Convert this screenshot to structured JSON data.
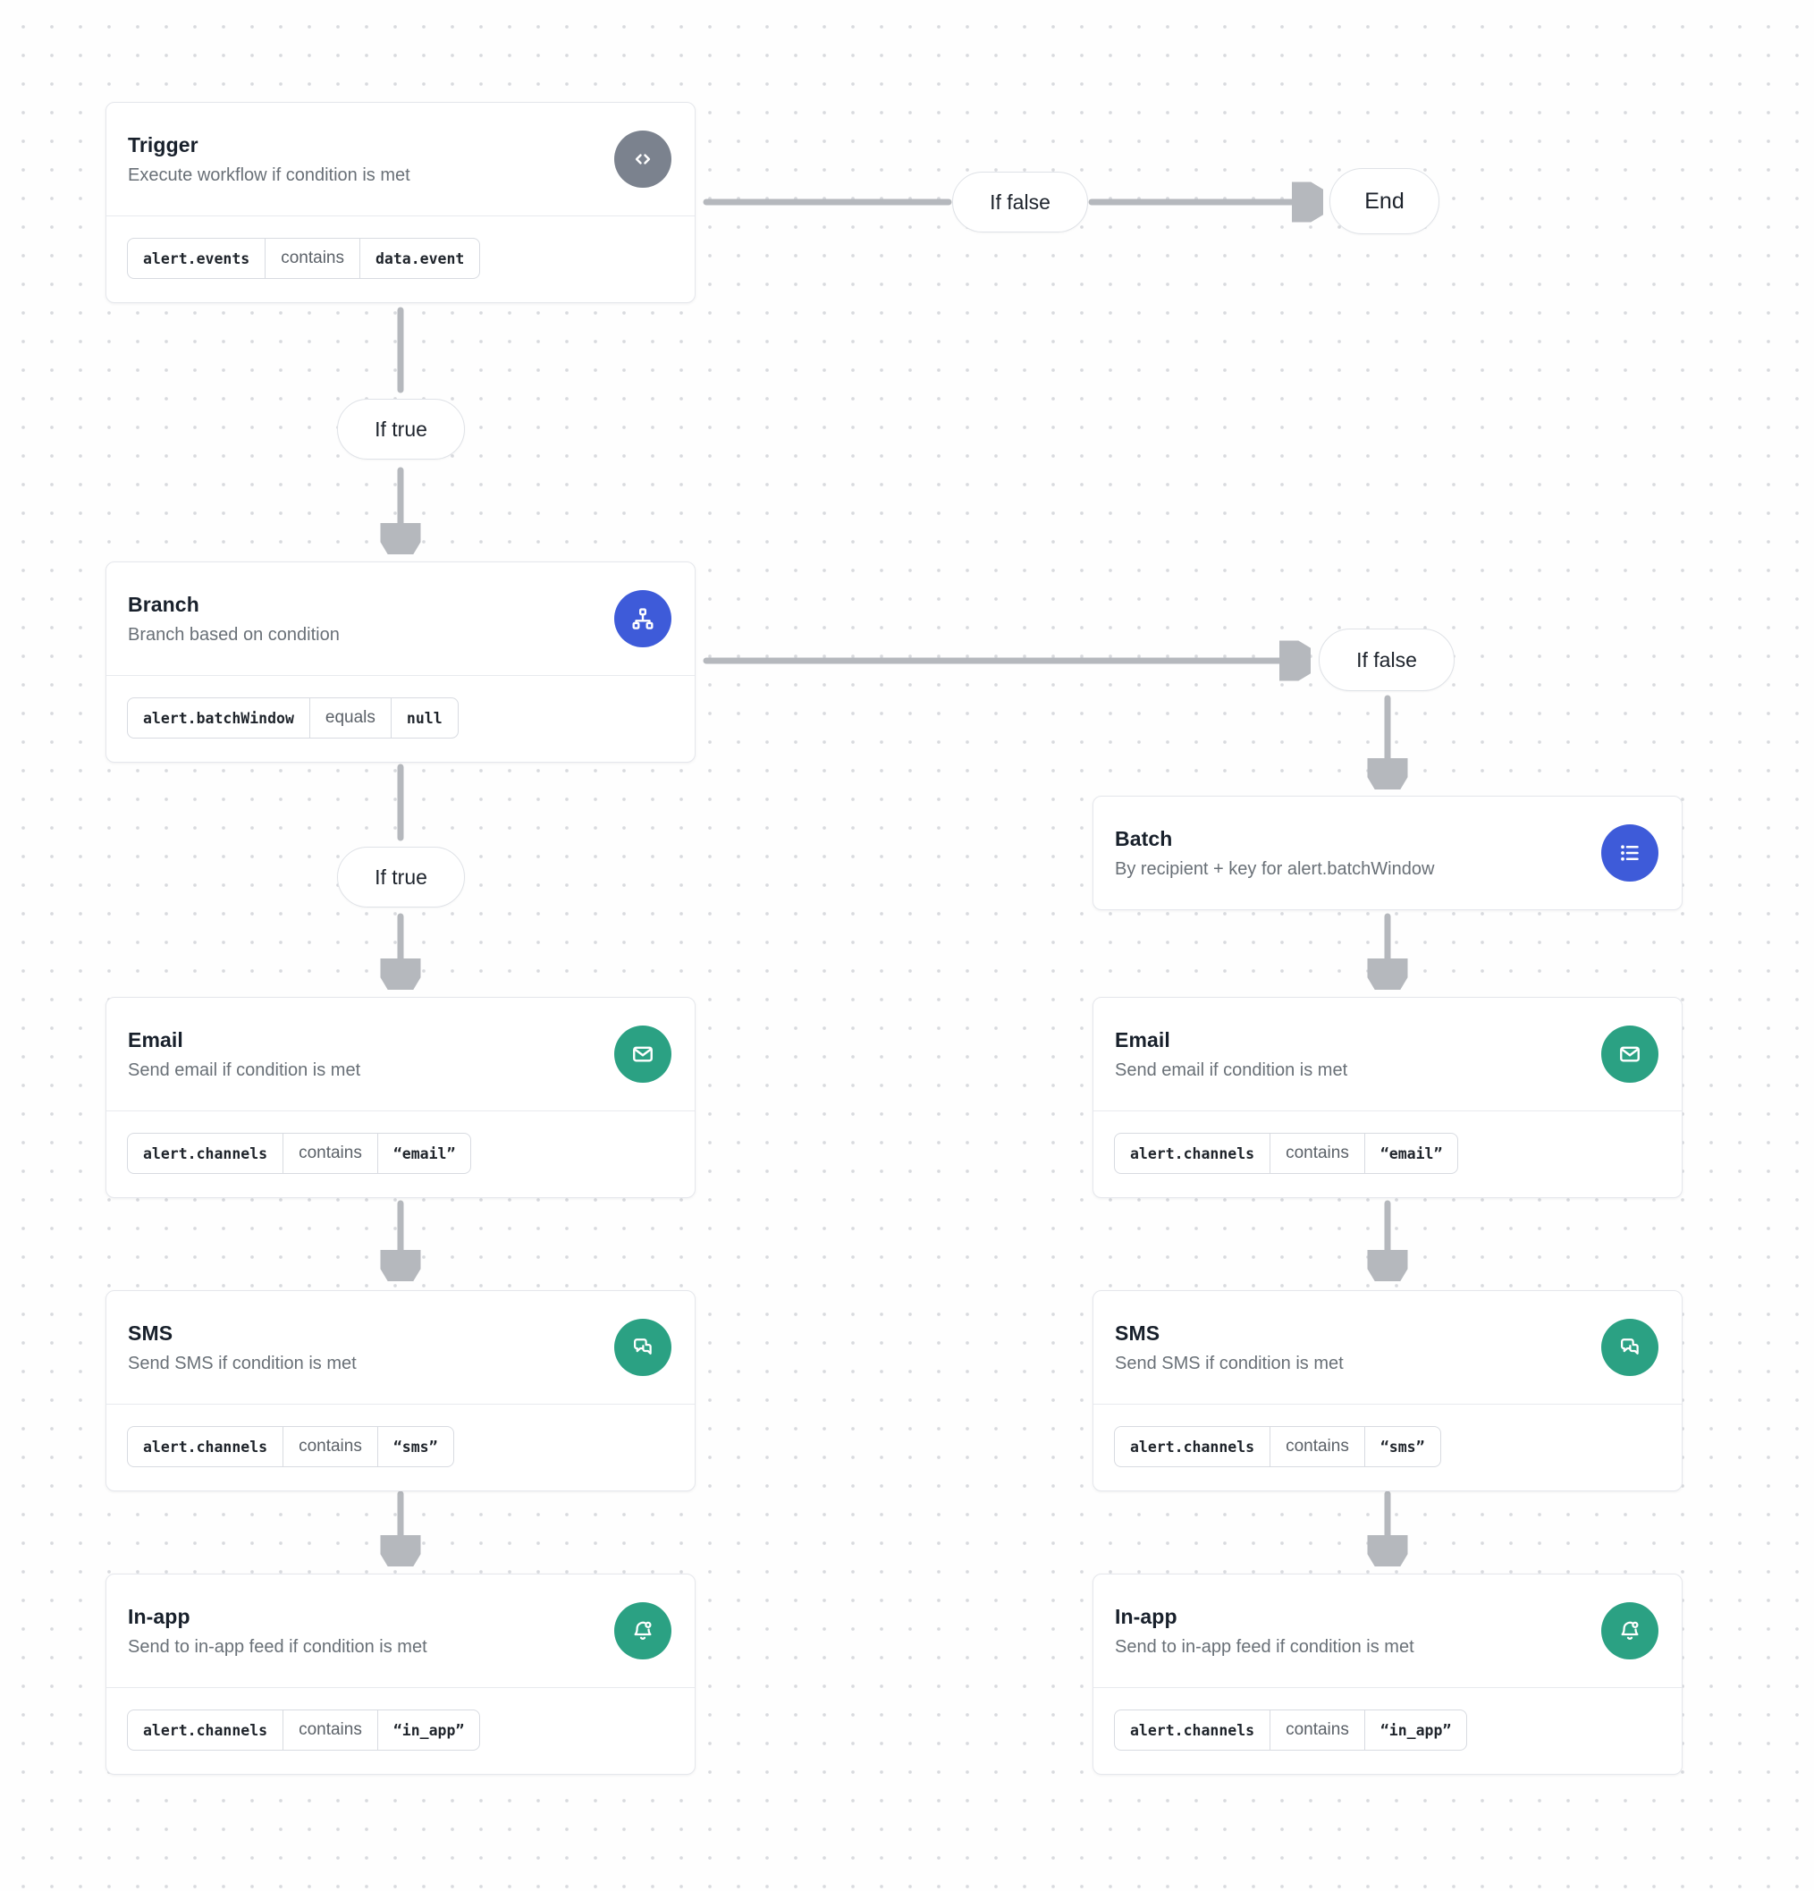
{
  "colors": {
    "accent_blue": "#3e5bd9",
    "accent_green": "#2ba183",
    "icon_gray": "#7b828e",
    "arrow_gray": "#b5b8bd"
  },
  "edge_labels": {
    "trigger_if_false": "If false",
    "trigger_if_true": "If true",
    "branch_if_true": "If true",
    "branch_if_false": "If false",
    "end": "End"
  },
  "nodes": {
    "trigger": {
      "title": "Trigger",
      "subtitle": "Execute workflow if condition is met",
      "icon": "code-icon",
      "condition": {
        "field": "alert.events",
        "operator": "contains",
        "value": "data.event"
      }
    },
    "branch": {
      "title": "Branch",
      "subtitle": "Branch based on condition",
      "icon": "branch-icon",
      "condition": {
        "field": "alert.batchWindow",
        "operator": "equals",
        "value": "null"
      }
    },
    "batch": {
      "title": "Batch",
      "subtitle": "By recipient + key for alert.batchWindow",
      "icon": "list-icon"
    },
    "email_left": {
      "title": "Email",
      "subtitle": "Send email if condition is met",
      "icon": "email-icon",
      "condition": {
        "field": "alert.channels",
        "operator": "contains",
        "value": "“email”"
      }
    },
    "sms_left": {
      "title": "SMS",
      "subtitle": "Send SMS if condition is met",
      "icon": "chat-bubbles-icon",
      "condition": {
        "field": "alert.channels",
        "operator": "contains",
        "value": "“sms”"
      }
    },
    "inapp_left": {
      "title": "In-app",
      "subtitle": "Send to in-app feed if condition is met",
      "icon": "bell-icon",
      "condition": {
        "field": "alert.channels",
        "operator": "contains",
        "value": "“in_app”"
      }
    },
    "email_right": {
      "title": "Email",
      "subtitle": "Send email if condition is met",
      "icon": "email-icon",
      "condition": {
        "field": "alert.channels",
        "operator": "contains",
        "value": "“email”"
      }
    },
    "sms_right": {
      "title": "SMS",
      "subtitle": "Send SMS if condition is met",
      "icon": "chat-bubbles-icon",
      "condition": {
        "field": "alert.channels",
        "operator": "contains",
        "value": "“sms”"
      }
    },
    "inapp_right": {
      "title": "In-app",
      "subtitle": "Send to in-app feed if condition is met",
      "icon": "bell-icon",
      "condition": {
        "field": "alert.channels",
        "operator": "contains",
        "value": "“in_app”"
      }
    }
  }
}
